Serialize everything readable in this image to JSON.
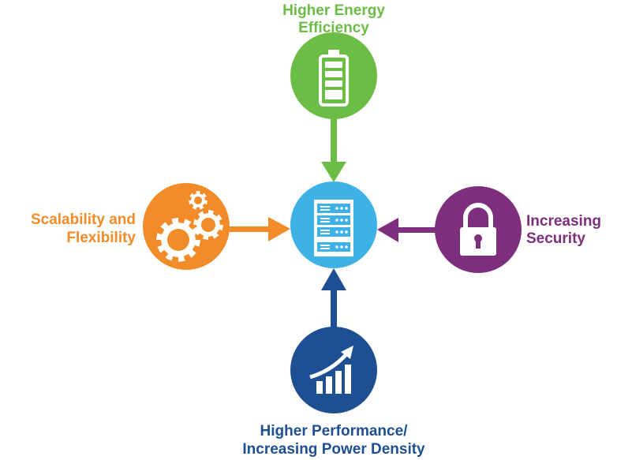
{
  "center": {
    "icon": "server-rack-icon",
    "color": "#3eb1e6"
  },
  "nodes": {
    "top": {
      "lines": [
        "Higher Energy",
        "Efficiency"
      ],
      "icon": "battery-icon",
      "color": "#6bbd45"
    },
    "left": {
      "lines": [
        "Scalability and",
        "Flexibility"
      ],
      "icon": "gears-icon",
      "color": "#f28c28"
    },
    "right": {
      "lines": [
        "Increasing",
        "Security"
      ],
      "icon": "padlock-icon",
      "color": "#7d2e7c"
    },
    "bottom": {
      "lines": [
        "Higher Performance/",
        "Increasing Power Density"
      ],
      "icon": "growth-chart-icon",
      "color": "#1e4f92"
    }
  }
}
